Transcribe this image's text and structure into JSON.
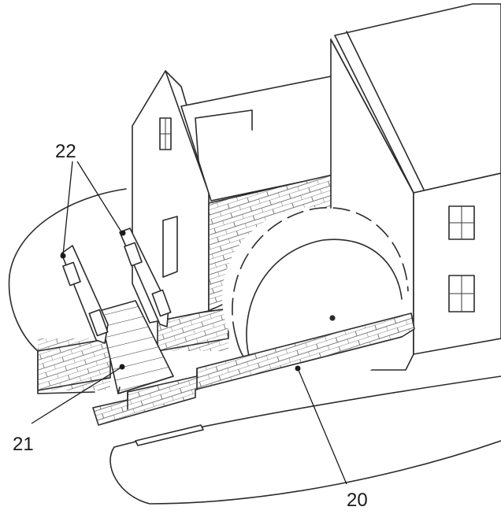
{
  "callouts": {
    "label_22": "22",
    "label_21": "21",
    "label_20": "20"
  },
  "colors": {
    "line": "#2b2b2b",
    "background": "#ffffff"
  }
}
